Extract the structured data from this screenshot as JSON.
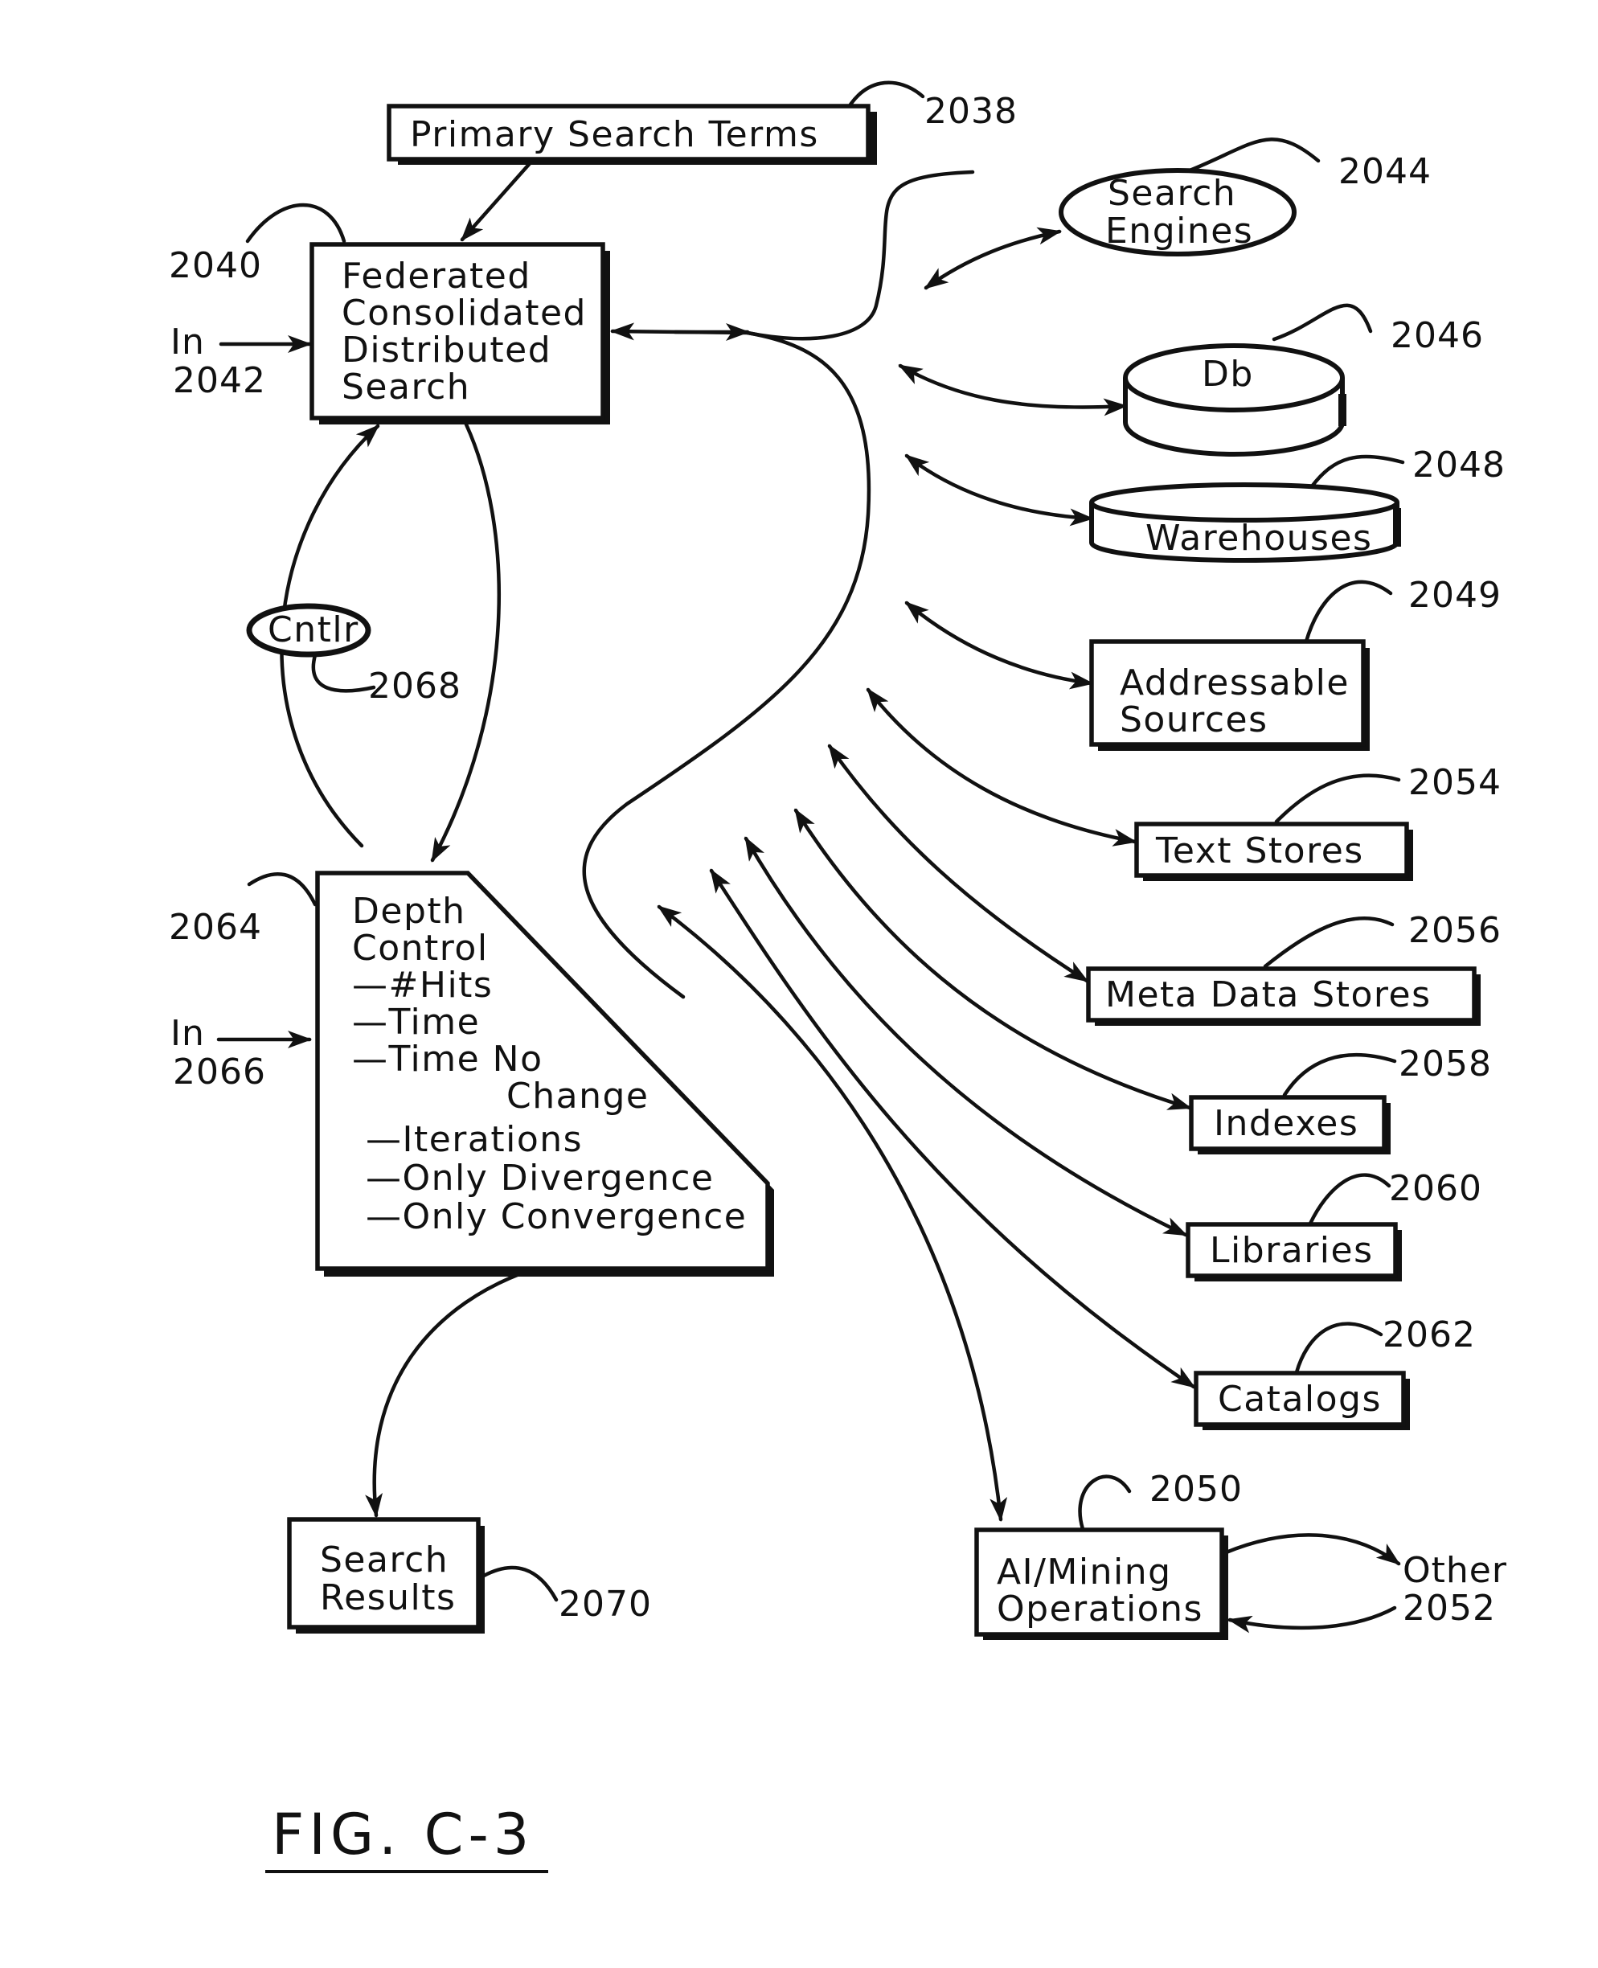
{
  "nodes": {
    "primary": {
      "lines": [
        "Primary Search Terms"
      ],
      "ref": "2038"
    },
    "federated": {
      "lines": [
        "Federated",
        "Consolidated",
        "Distributed",
        "Search"
      ],
      "ref": "2040",
      "input": [
        "In",
        "2042"
      ]
    },
    "search_engines": {
      "lines": [
        "Search",
        "Engines"
      ],
      "ref": "2044"
    },
    "db": {
      "lines": [
        "Db"
      ],
      "ref": "2046"
    },
    "warehouses": {
      "lines": [
        "Warehouses"
      ],
      "ref": "2048"
    },
    "addressable": {
      "lines": [
        "Addressable",
        "Sources"
      ],
      "ref": "2049"
    },
    "text_stores": {
      "lines": [
        "Text Stores"
      ],
      "ref": "2054"
    },
    "meta": {
      "lines": [
        "Meta Data Stores"
      ],
      "ref": "2056"
    },
    "indexes": {
      "lines": [
        "Indexes"
      ],
      "ref": "2058"
    },
    "libraries": {
      "lines": [
        "Libraries"
      ],
      "ref": "2060"
    },
    "catalogs": {
      "lines": [
        "Catalogs"
      ],
      "ref": "2062"
    },
    "ai": {
      "lines": [
        "AI/Mining",
        "Operations"
      ],
      "ref": "2050"
    },
    "other": {
      "lines": [
        "Other"
      ],
      "ref": "2052"
    },
    "cntlr": {
      "lines": [
        "Cntlr"
      ],
      "ref": "2068"
    },
    "depth": {
      "lines": [
        "Depth",
        "Control",
        "—#Hits",
        "—Time",
        "—Time No",
        "Change",
        "—Iterations",
        "—Only Divergence",
        "—Only Convergence"
      ],
      "ref": "2064",
      "input": [
        "In",
        "2066"
      ]
    },
    "results": {
      "lines": [
        "Search",
        "Results"
      ],
      "ref": "2070"
    }
  },
  "figure_label": "FIG. C-3"
}
